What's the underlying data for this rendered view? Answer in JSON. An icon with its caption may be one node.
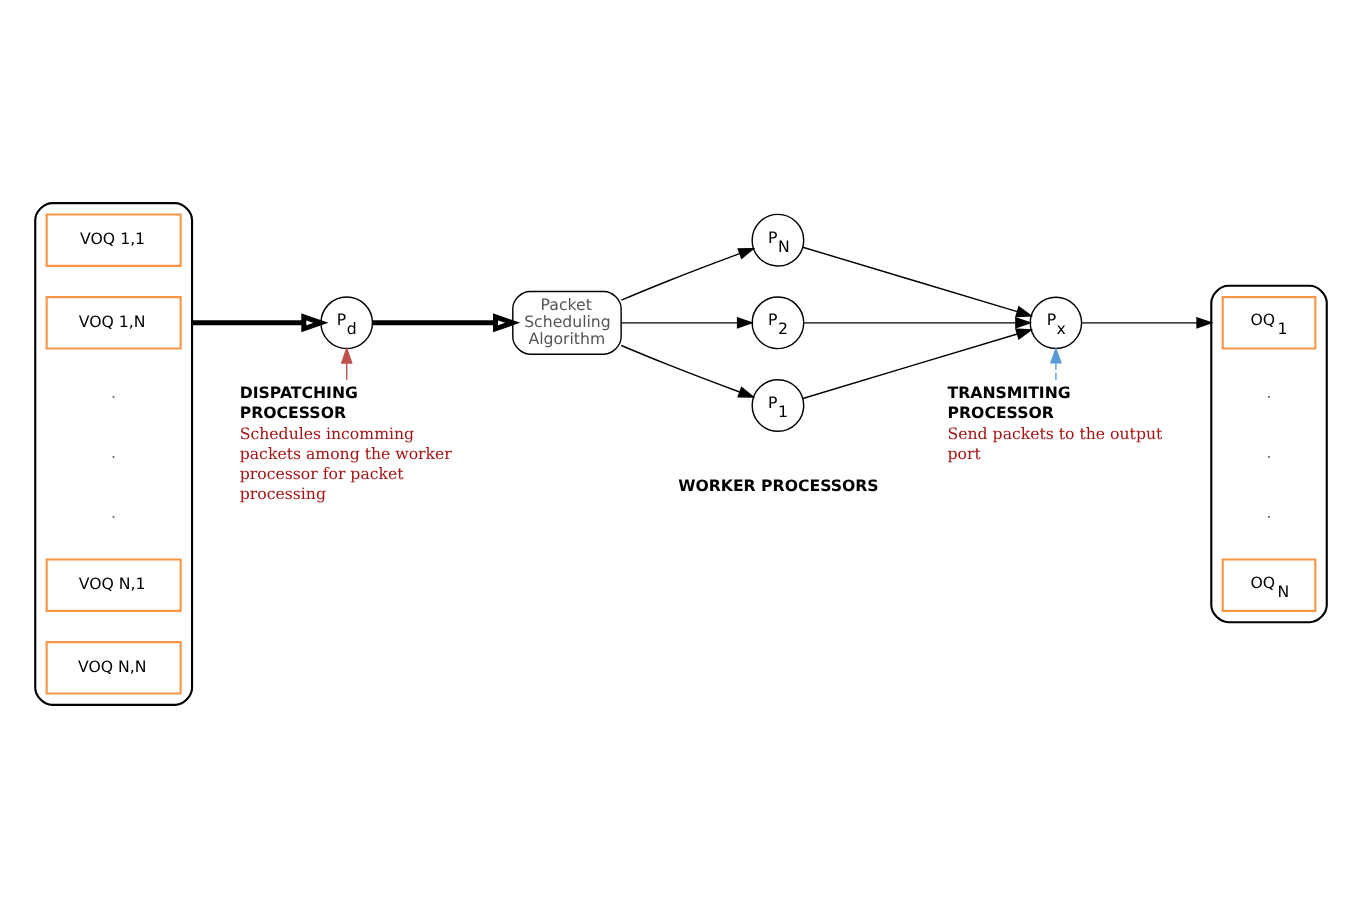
{
  "diagram": {
    "nodes": [
      {
        "text": [],
        "shape": "box"
      },
      {
        "text": [
          "VOQ 1,1"
        ],
        "in": 0
      },
      {
        "text": [
          "VOQ 1,N"
        ],
        "in": 0
      },
      {
        "text": [
          "VOQ N,1"
        ],
        "in": 0
      },
      {
        "text": [
          "VOQ N,N"
        ],
        "in": 0
      },
      {
        "text": [
          "P$_{d}$"
        ]
      },
      {
        "text": [
          "Packet Scheduling Algorithm"
        ]
      },
      {
        "text": [
          "P$_{1}$"
        ]
      },
      {
        "text": [
          "P$_{2}$"
        ]
      },
      {
        "text": [
          "P$_{N}$"
        ]
      },
      {
        "text": [
          "P$_{x}$"
        ]
      },
      {
        "text": [],
        "shape": "box"
      },
      {
        "text": [
          "OQ$_{1}$"
        ],
        "in": 11
      },
      {
        "text": [
          "OQ$_{N}$"
        ],
        "in": 11
      },
      {
        "text": [
          "DISPATCHING PROCESSOR",
          "Schedules incomming packets among the worker processor for packet processing"
        ]
      },
      {
        "text": [
          "TRANSMITING PROCESSOR",
          "Send packets to the output port"
        ]
      }
    ],
    "edges": [
      {
        "from": 0,
        "to": 5,
        "arrow": "to",
        "style": "thick"
      },
      {
        "from": 5,
        "to": 6,
        "arrow": "to",
        "style": "thick"
      },
      {
        "from": 6,
        "to": 7,
        "arrow": "to"
      },
      {
        "from": 6,
        "to": 8,
        "arrow": "to"
      },
      {
        "from": 6,
        "to": 9,
        "arrow": "to"
      },
      {
        "from": 7,
        "to": 10,
        "arrow": "to"
      },
      {
        "from": 8,
        "to": 10,
        "arrow": "to"
      },
      {
        "from": 9,
        "to": 10,
        "arrow": "to"
      },
      {
        "from": 10,
        "to": 11,
        "arrow": "to"
      },
      {
        "from": 14,
        "to": 5,
        "arrow": "to",
        "color": "#c0504d"
      },
      {
        "from": 15,
        "to": 10,
        "arrow": "to",
        "style": "dashed",
        "color": "#5b9bd5"
      }
    ],
    "labels": [
      ".",
      ".",
      ".",
      "WORKER PROCESSORS",
      ".",
      ".",
      "."
    ]
  }
}
